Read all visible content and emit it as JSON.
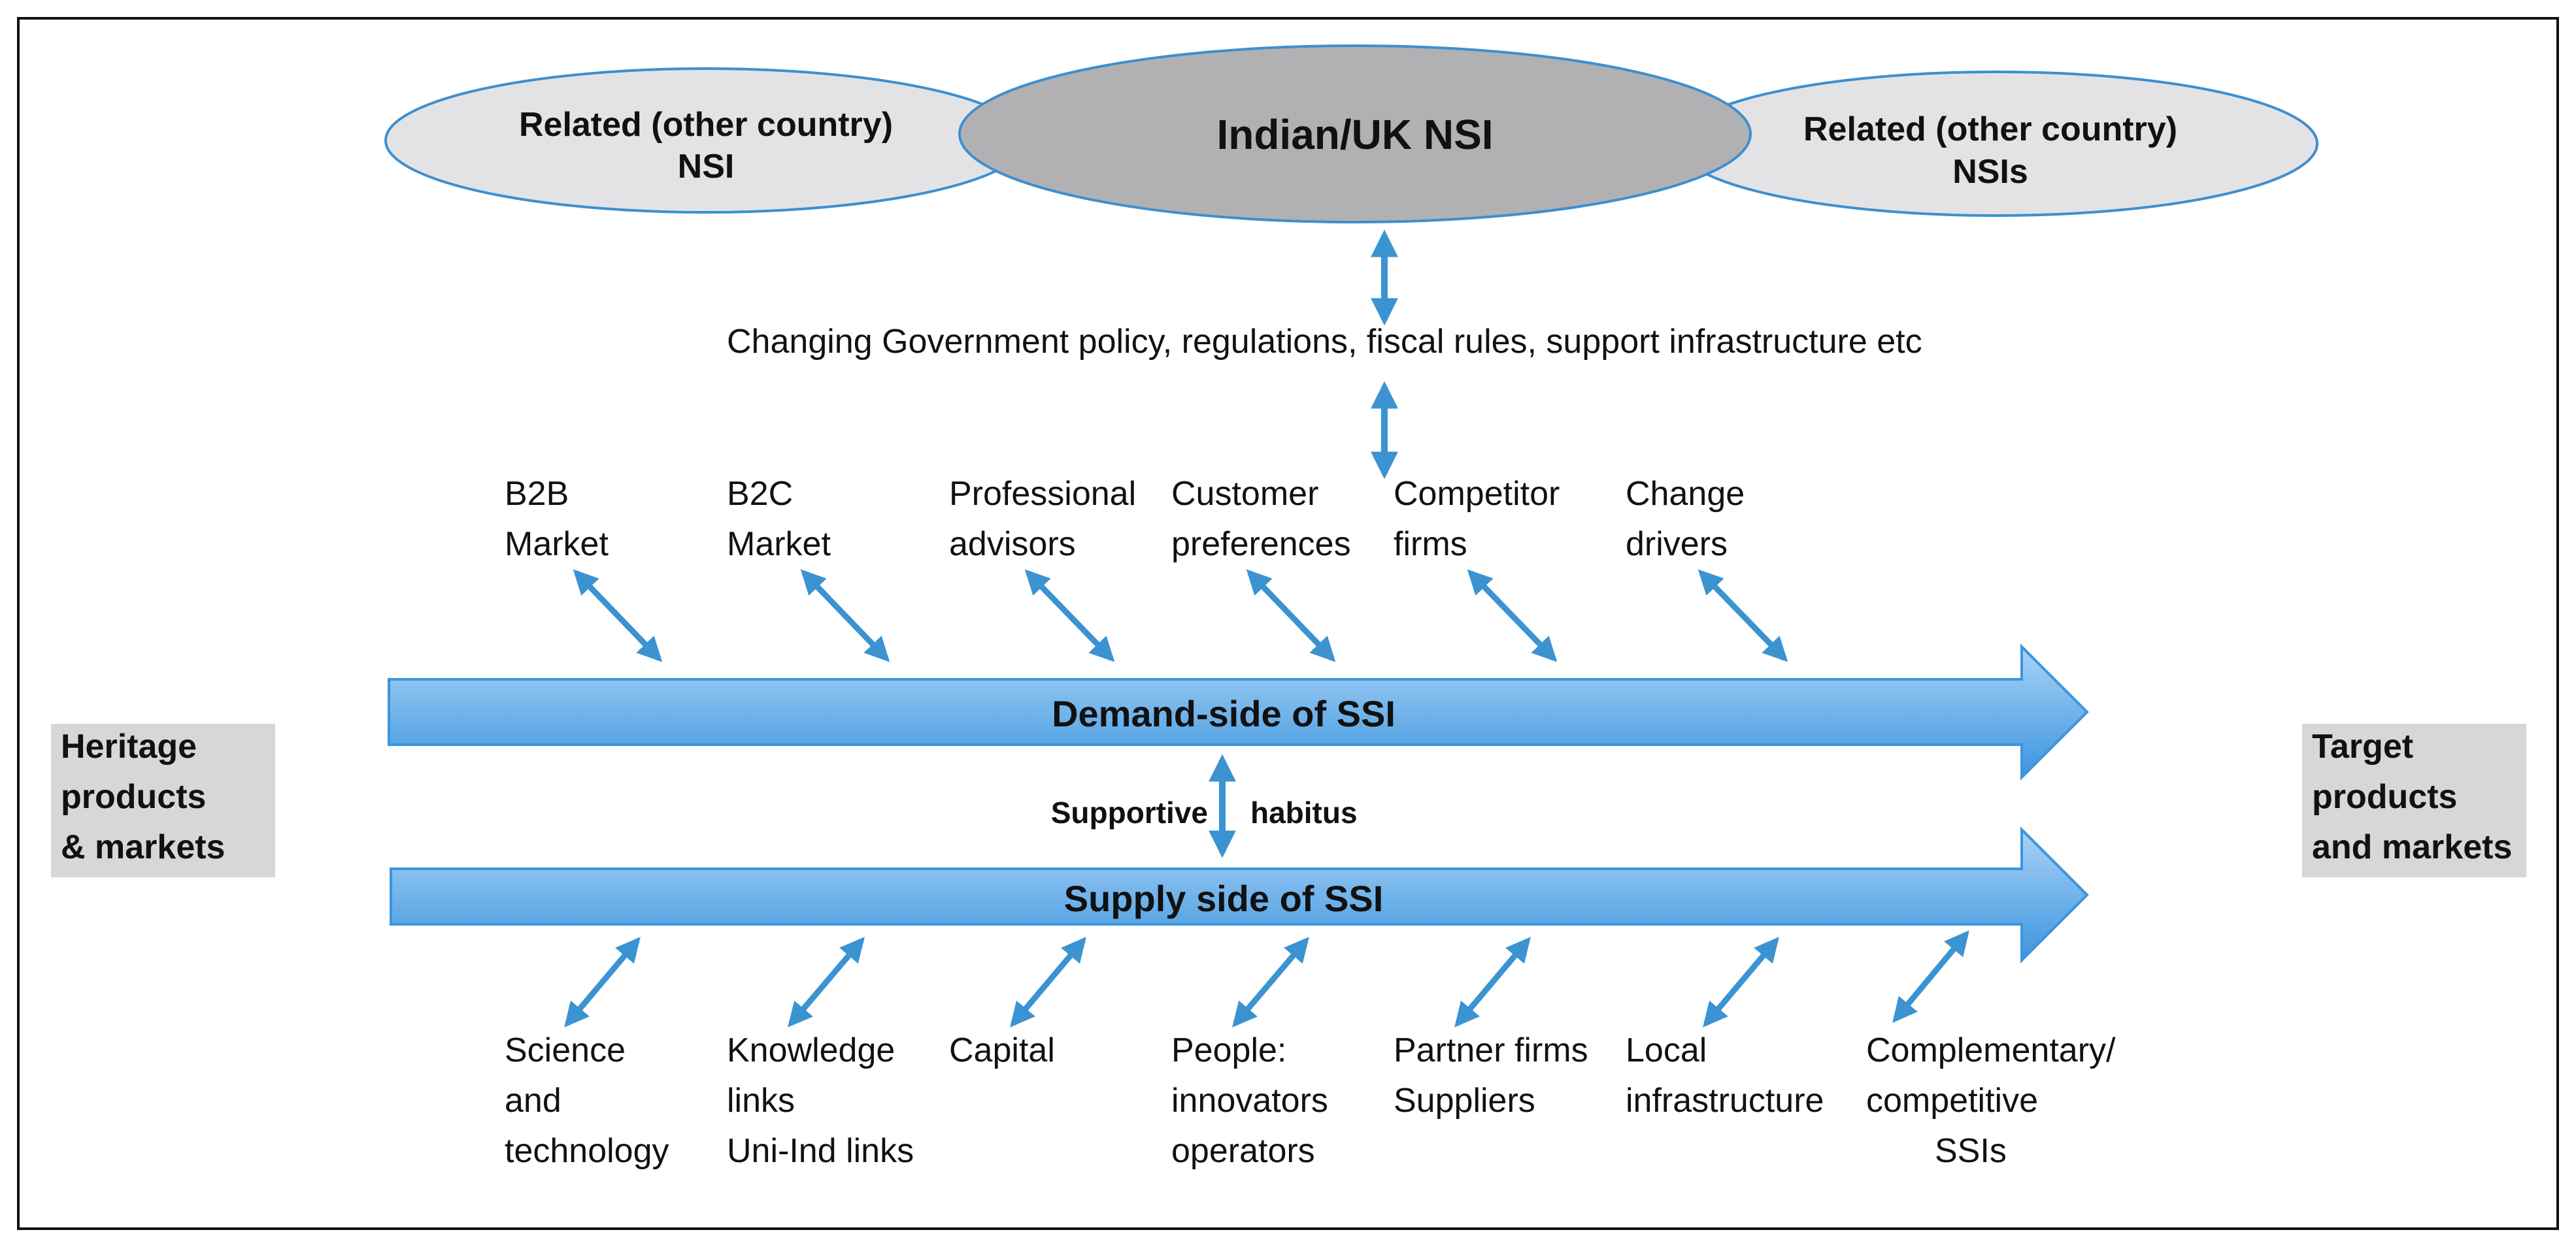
{
  "colors": {
    "ellipse_light_fill": "#e3e3e6",
    "ellipse_dark_fill": "#b1b1b3",
    "ellipse_stroke": "#3d8fcf",
    "arrow_fill_top": "#a9d3f7",
    "arrow_fill_bottom": "#3c95de",
    "connector": "#3b93d1",
    "side_box_fill": "#d7d7d7",
    "frame": "#111111"
  },
  "nsi": {
    "left_label": [
      "Related (other country)",
      "NSI"
    ],
    "center_label": "Indian/UK NSI",
    "right_label": [
      "Related (other country)",
      "NSIs"
    ]
  },
  "policy_text": "Changing Government policy, regulations, fiscal rules, support infrastructure etc",
  "demand": {
    "title": "Demand-side of SSI",
    "factors": [
      [
        "B2B",
        "Market"
      ],
      [
        "B2C",
        "Market"
      ],
      [
        "Professional",
        "advisors"
      ],
      [
        "Customer",
        "preferences"
      ],
      [
        "Competitor",
        "firms"
      ],
      [
        "Change",
        "drivers"
      ]
    ]
  },
  "habitus": {
    "left": "Supportive",
    "right": "habitus"
  },
  "supply": {
    "title": "Supply side of SSI",
    "factors": [
      [
        "Science",
        "and",
        "technology"
      ],
      [
        "Knowledge",
        "links",
        "Uni-Ind links"
      ],
      [
        "Capital"
      ],
      [
        "People:",
        "innovators",
        "operators"
      ],
      [
        "Partner firms",
        "Suppliers"
      ],
      [
        "Local",
        "infrastructure"
      ],
      [
        "Complementary/",
        "competitive",
        "SSIs"
      ]
    ]
  },
  "heritage": [
    "Heritage",
    "products",
    "& markets"
  ],
  "target": [
    "Target",
    "products",
    "and markets"
  ]
}
